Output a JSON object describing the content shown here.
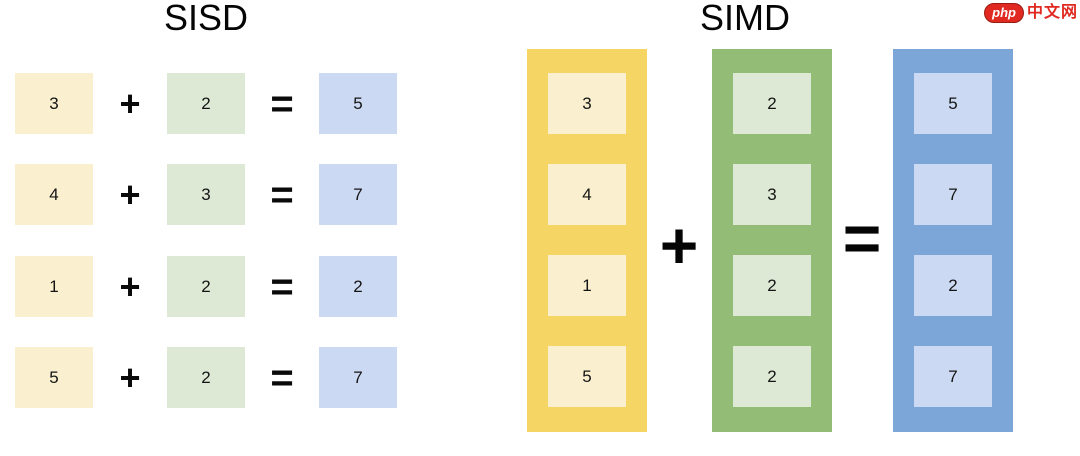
{
  "colors": {
    "light_yellow": "#faf0cf",
    "light_green": "#dde9d5",
    "light_blue": "#ccd9f2",
    "gold": "#f5d564",
    "green": "#93bc76",
    "blue": "#7ca6d8",
    "logo_red": "#e02a21"
  },
  "sisd": {
    "title": "SISD",
    "operator": "+",
    "equals": "=",
    "rows": [
      {
        "a": "3",
        "b": "2",
        "c": "5"
      },
      {
        "a": "4",
        "b": "3",
        "c": "7"
      },
      {
        "a": "1",
        "b": "2",
        "c": "2"
      },
      {
        "a": "5",
        "b": "2",
        "c": "7"
      }
    ]
  },
  "simd": {
    "title": "SIMD",
    "operator": "+",
    "equals": "=",
    "vector_a": [
      "3",
      "4",
      "1",
      "5"
    ],
    "vector_b": [
      "2",
      "3",
      "2",
      "2"
    ],
    "vector_c": [
      "5",
      "7",
      "2",
      "7"
    ]
  },
  "logo": {
    "badge": "php",
    "text": "中文网"
  }
}
